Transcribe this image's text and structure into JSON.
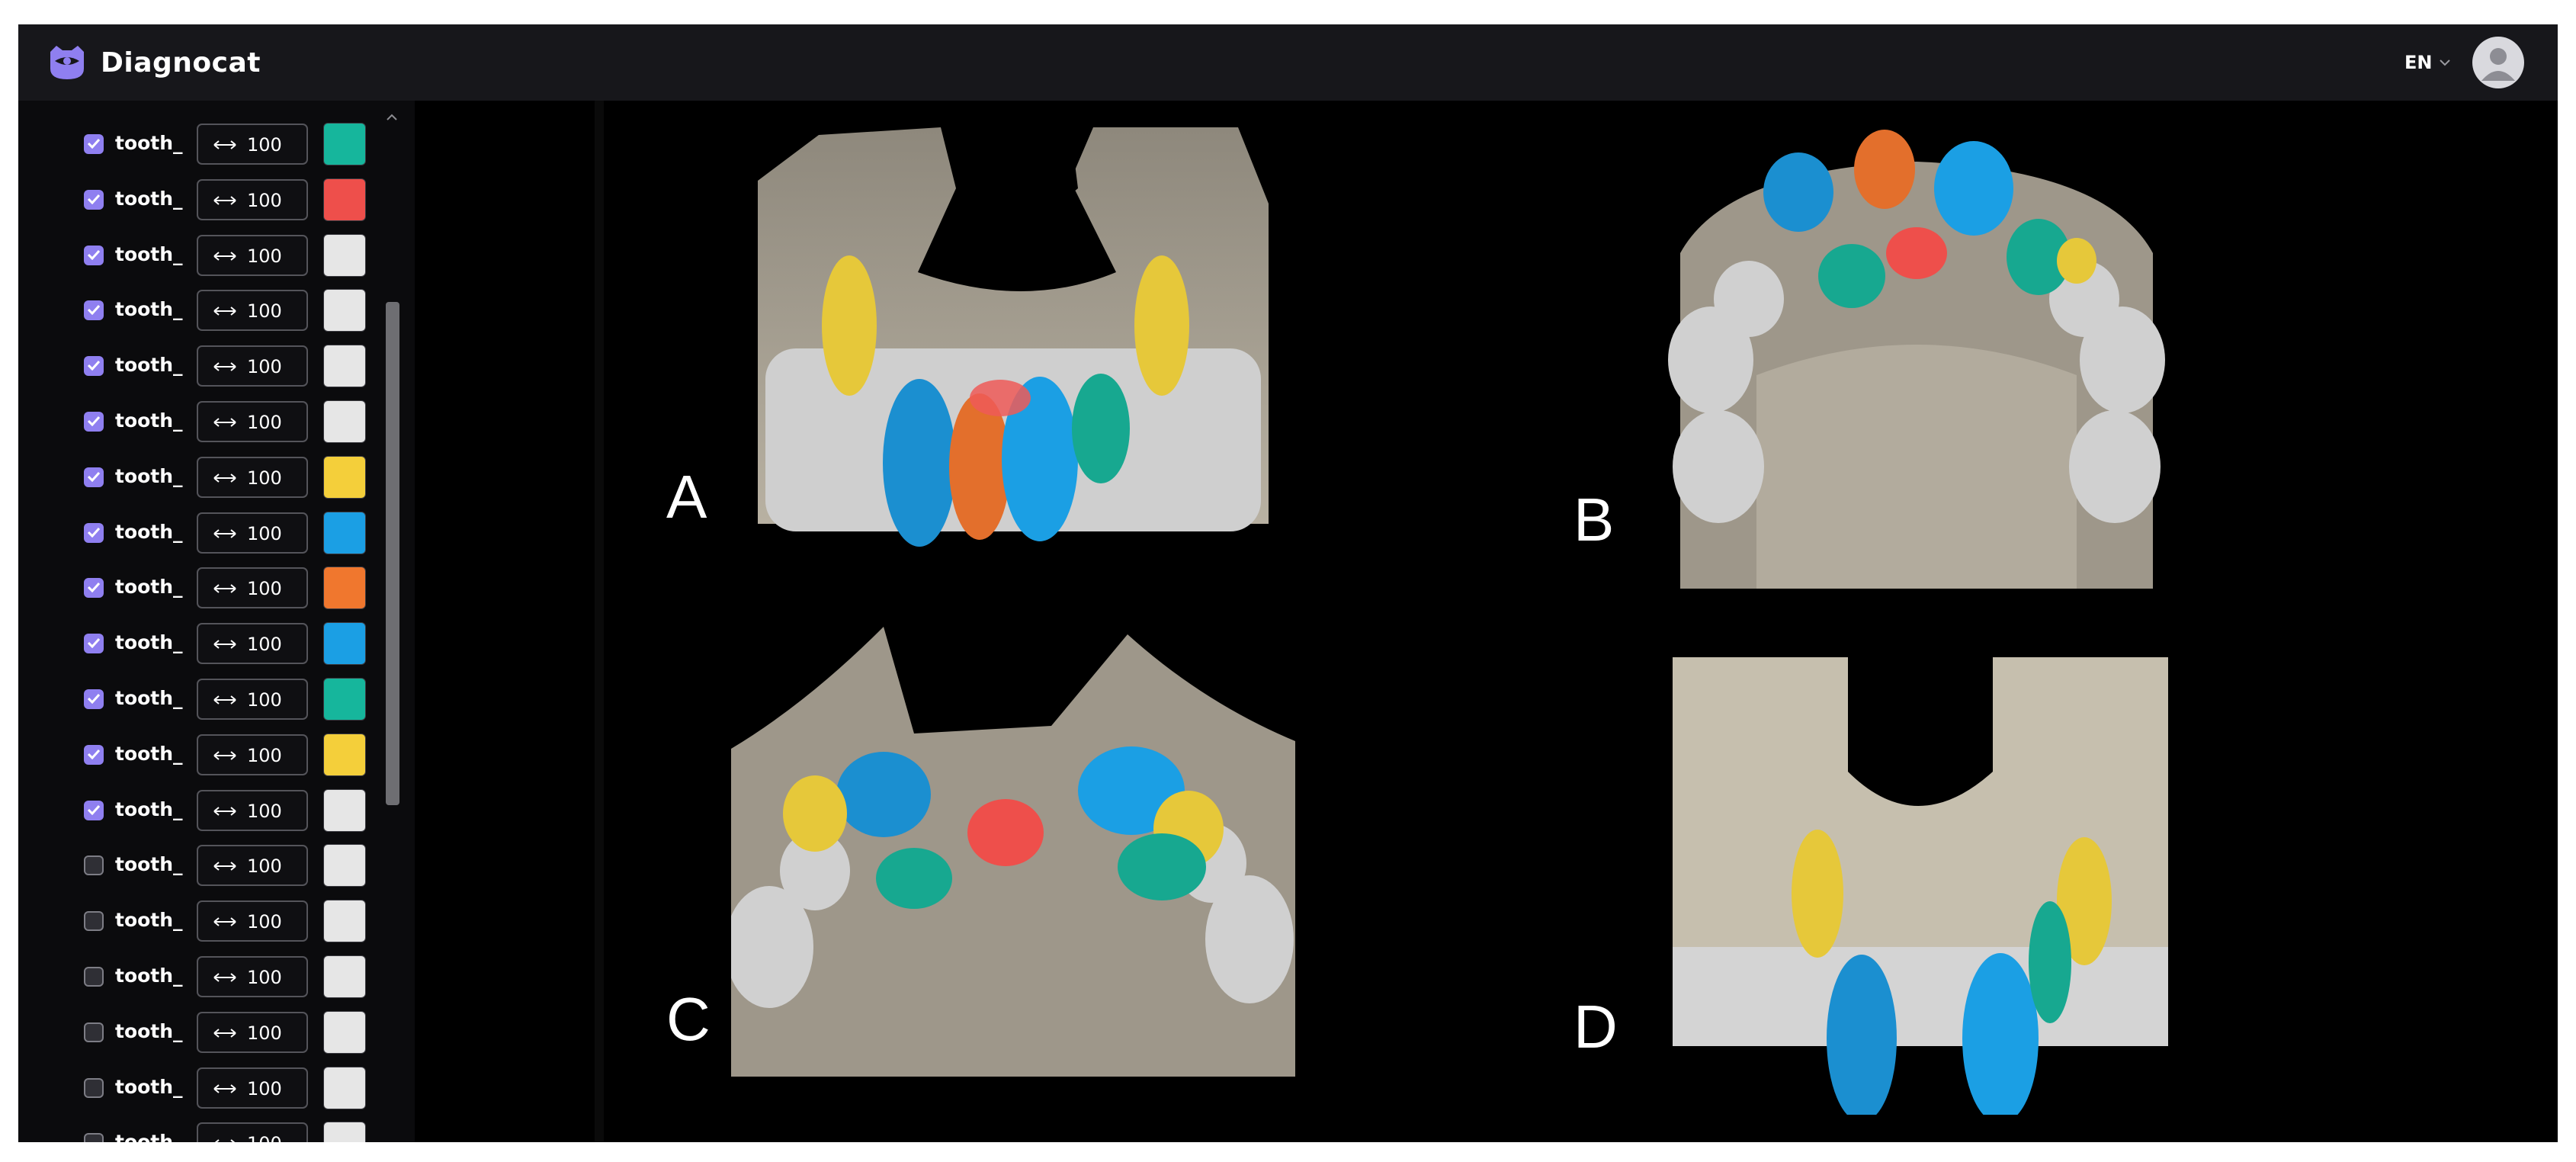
{
  "header": {
    "app_name": "Diagnocat",
    "language": "EN"
  },
  "sidebar": {
    "items": [
      {
        "label": "tooth_",
        "opacity": "100",
        "checked": true,
        "color": "#16b69c"
      },
      {
        "label": "tooth_",
        "opacity": "100",
        "checked": true,
        "color": "#ee4f4b"
      },
      {
        "label": "tooth_",
        "opacity": "100",
        "checked": true,
        "color": "#e6e6e6"
      },
      {
        "label": "tooth_",
        "opacity": "100",
        "checked": true,
        "color": "#e6e6e6"
      },
      {
        "label": "tooth_",
        "opacity": "100",
        "checked": true,
        "color": "#e6e6e6"
      },
      {
        "label": "tooth_",
        "opacity": "100",
        "checked": true,
        "color": "#e6e6e6"
      },
      {
        "label": "tooth_",
        "opacity": "100",
        "checked": true,
        "color": "#f4cf3a"
      },
      {
        "label": "tooth_",
        "opacity": "100",
        "checked": true,
        "color": "#1b9fe4"
      },
      {
        "label": "tooth_",
        "opacity": "100",
        "checked": true,
        "color": "#f0772e"
      },
      {
        "label": "tooth_",
        "opacity": "100",
        "checked": true,
        "color": "#1b9fe4"
      },
      {
        "label": "tooth_",
        "opacity": "100",
        "checked": true,
        "color": "#16b69c"
      },
      {
        "label": "tooth_",
        "opacity": "100",
        "checked": true,
        "color": "#f4cf3a"
      },
      {
        "label": "tooth_",
        "opacity": "100",
        "checked": true,
        "color": "#e6e6e6"
      },
      {
        "label": "tooth_",
        "opacity": "100",
        "checked": false,
        "color": "#e6e6e6"
      },
      {
        "label": "tooth_",
        "opacity": "100",
        "checked": false,
        "color": "#e6e6e6"
      },
      {
        "label": "tooth_",
        "opacity": "100",
        "checked": false,
        "color": "#e6e6e6"
      },
      {
        "label": "tooth_",
        "opacity": "100",
        "checked": false,
        "color": "#e6e6e6"
      },
      {
        "label": "tooth_",
        "opacity": "100",
        "checked": false,
        "color": "#e6e6e6"
      },
      {
        "label": "tooth_",
        "opacity": "100",
        "checked": false,
        "color": "#e6e6e6"
      }
    ]
  },
  "viewports": [
    {
      "label": "A"
    },
    {
      "label": "B"
    },
    {
      "label": "C"
    },
    {
      "label": "D"
    }
  ],
  "colors": {
    "accent": "#8f7ff0",
    "bone": "#a8a193",
    "tooth_white": "#dcdcdc",
    "tooth_blue": "#1b9fe4",
    "tooth_teal": "#16b69c",
    "tooth_yellow": "#f4cf3a",
    "tooth_orange": "#f0772e",
    "tooth_red": "#ee4f4b"
  }
}
